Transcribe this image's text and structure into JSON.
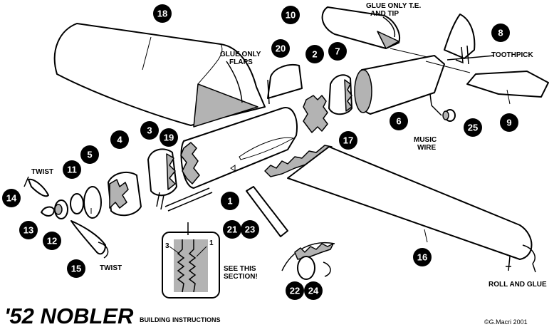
{
  "title": {
    "main": "'52 NOBLER",
    "subtitle": "BUILDING INSTRUCTIONS"
  },
  "copyright": "©G.Macri 2001",
  "annotations": {
    "glue_only_te_tip": [
      "GLUE ONLY T.E.",
      "AND TIP"
    ],
    "glue_only_flaps": [
      "GLUE ONLY",
      "FLAPS"
    ],
    "toothpick": "TOOTHPICK",
    "music_wire": [
      "MUSIC",
      "WIRE"
    ],
    "twist_top": "TWIST",
    "twist_bottom": "TWIST",
    "see_this_section": [
      "SEE THIS",
      "SECTION!"
    ],
    "roll_and_glue": "ROLL AND GLUE",
    "detail_left_label": "3",
    "detail_right_label": "1"
  },
  "callouts": [
    {
      "id": "c1",
      "label": "1"
    },
    {
      "id": "c2",
      "label": "2"
    },
    {
      "id": "c3",
      "label": "3"
    },
    {
      "id": "c4",
      "label": "4"
    },
    {
      "id": "c5",
      "label": "5"
    },
    {
      "id": "c6",
      "label": "6"
    },
    {
      "id": "c7",
      "label": "7"
    },
    {
      "id": "c8",
      "label": "8"
    },
    {
      "id": "c9",
      "label": "9"
    },
    {
      "id": "c10",
      "label": "10"
    },
    {
      "id": "c11",
      "label": "11"
    },
    {
      "id": "c12",
      "label": "12"
    },
    {
      "id": "c13",
      "label": "13"
    },
    {
      "id": "c14",
      "label": "14"
    },
    {
      "id": "c15",
      "label": "15"
    },
    {
      "id": "c16",
      "label": "16"
    },
    {
      "id": "c17",
      "label": "17"
    },
    {
      "id": "c18",
      "label": "18"
    },
    {
      "id": "c19",
      "label": "19"
    },
    {
      "id": "c20",
      "label": "20"
    },
    {
      "id": "c21",
      "label": "21"
    },
    {
      "id": "c23",
      "label": "23"
    },
    {
      "id": "c22",
      "label": "22"
    },
    {
      "id": "c24",
      "label": "24"
    },
    {
      "id": "c25",
      "label": "25"
    }
  ]
}
